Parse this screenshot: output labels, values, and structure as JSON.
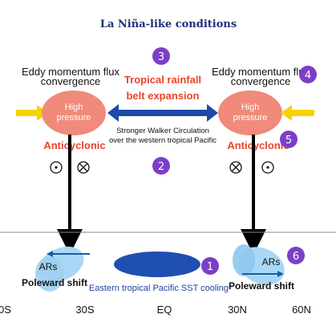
{
  "title": "La Niña-like conditions",
  "left": {
    "eddy_label_line1": "Eddy momentum flux",
    "eddy_label_line2": "convergence",
    "pressure_line1": "High",
    "pressure_line2": "pressure",
    "circulation": "Anticyclonic",
    "ars_label": "ARs",
    "shift_label": "Poleward shift"
  },
  "right": {
    "eddy_label_line1": "Eddy momentum flux",
    "eddy_label_line2": "convergence",
    "pressure_line1": "High",
    "pressure_line2": "pressure",
    "circulation": "Anticyclonic",
    "ars_label": "ARs",
    "shift_label": "Poleward shift"
  },
  "center": {
    "rainfall_line1": "Tropical rainfall",
    "rainfall_line2": "belt expansion",
    "walker_line1": "Stronger Walker Circulation",
    "walker_line2": "over the western tropical Pacific",
    "sst_label": "Eastern tropical Pacific SST cooling"
  },
  "markers": {
    "n1": "1",
    "n2": "2",
    "n3": "3",
    "n4": "4",
    "n5": "5",
    "n6": "6"
  },
  "axis_labels": [
    "0S",
    "30S",
    "EQ",
    "30N",
    "60N"
  ],
  "colors": {
    "title": "#1f2f78",
    "pressure_fill": "#f08a7a",
    "red_text": "#e8452c",
    "yellow_arrow": "#f5d400",
    "blue_arrow": "#1d4aa8",
    "marker": "#7b3fc8",
    "ars_light": "#a8d8f5",
    "sst_ellipse": "#1f4fb0",
    "sst_text": "#1f3fa0"
  }
}
